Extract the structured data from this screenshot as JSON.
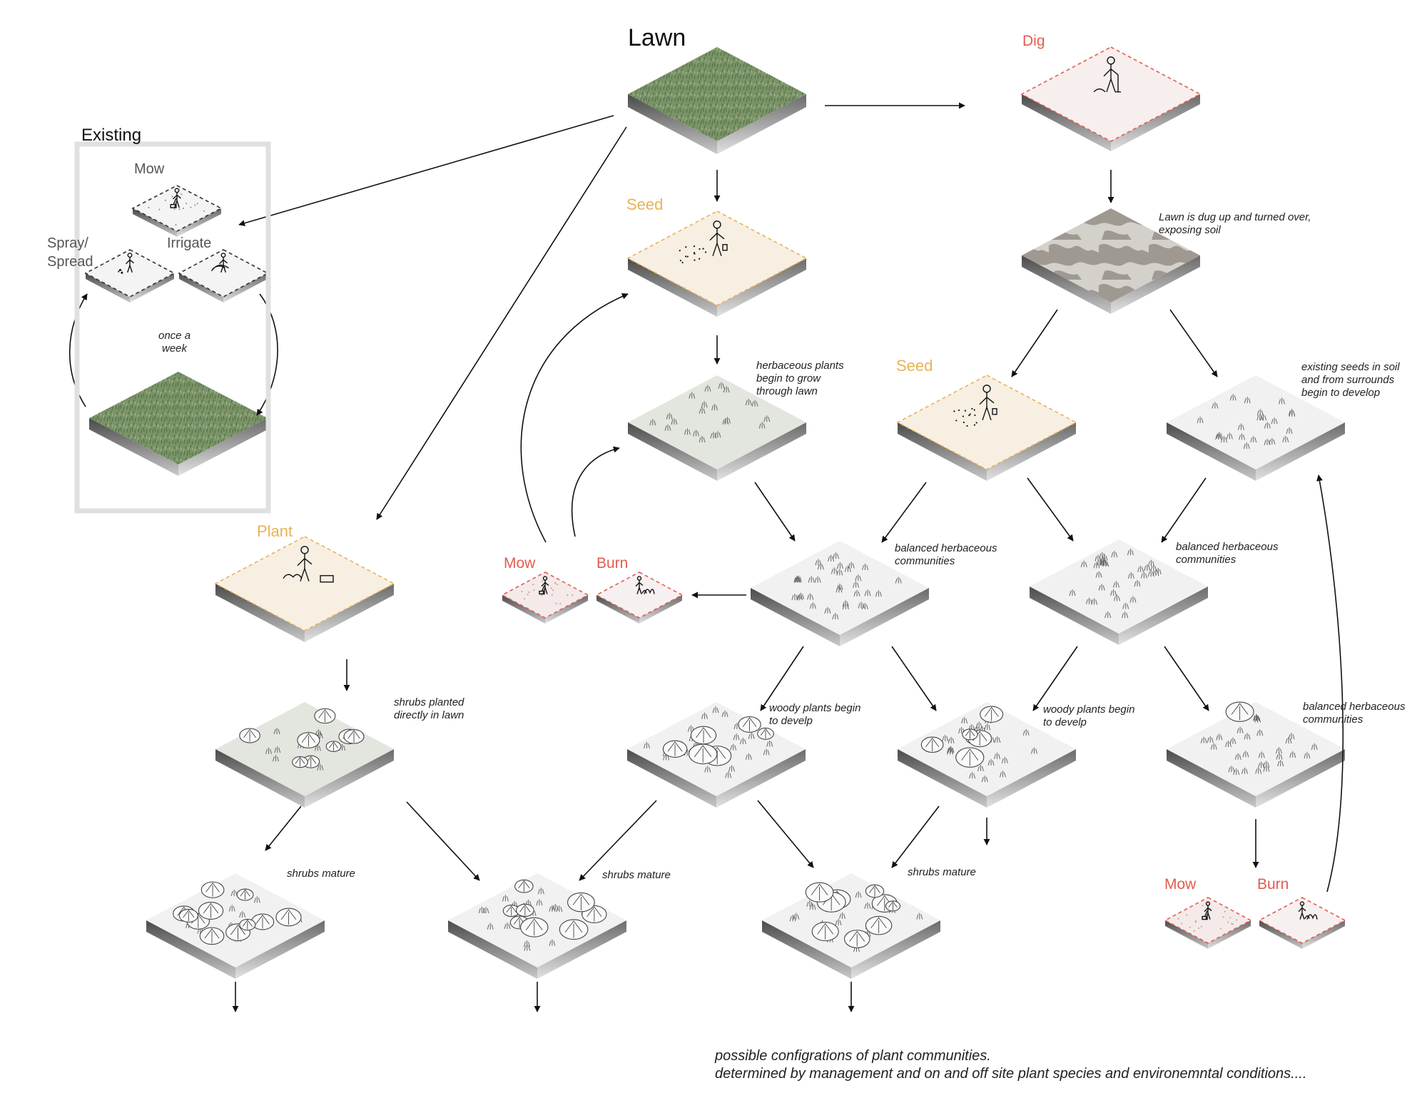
{
  "title": "Lawn",
  "existing": {
    "heading": "Existing",
    "mow": "Mow",
    "spray": "Spray/\nSpread",
    "irrigate": "Irrigate",
    "cycle": "once a\nweek"
  },
  "actions": {
    "dig": "Dig",
    "seed_lawn": "Seed",
    "seed_soil": "Seed",
    "plant": "Plant",
    "mow_left": "Mow",
    "burn_left": "Burn",
    "mow_right": "Mow",
    "burn_right": "Burn"
  },
  "notes": {
    "dug": "Lawn is dug up and turned over,\nexposing soil",
    "herb_grow": "herbaceous plants\nbegin to grow\nthrough lawn",
    "existing_seeds": "existing seeds in soil\nand from surrounds\nbegin to develop",
    "balanced_1": "balanced herbaceous\ncommunities",
    "balanced_2": "balanced herbaceous\ncommunities",
    "balanced_3": "balanced herbaceous\ncommunities",
    "shrubs_planted": "shrubs planted\ndirectly in lawn",
    "woody_1": "woody plants begin\nto develp",
    "woody_2": "woody plants begin\nto develp",
    "mature_1": "shrubs mature",
    "mature_2": "shrubs mature",
    "mature_3": "shrubs mature"
  },
  "caption": "possible configrations of plant communities.\ndetermined by management and on and off site plant species and environemntal conditions....",
  "colors": {
    "lawn": "#7a9467",
    "action_orange": "#e8b256",
    "action_red": "#e25c4f",
    "seed_fill": "#f8efe3",
    "dig_fill": "#f7eeee",
    "soil_dark": "#9e9a92",
    "soil_light": "#d4d1cb",
    "herb_fill": "#e3e6de",
    "community_fill": "#f1f1f1"
  },
  "icons": [
    "shovel-person-icon",
    "sower-icon",
    "planter-icon",
    "mower-icon",
    "sprayer-icon",
    "sprinkler-icon",
    "fire-person-icon",
    "herb-icon",
    "shrub-icon"
  ]
}
